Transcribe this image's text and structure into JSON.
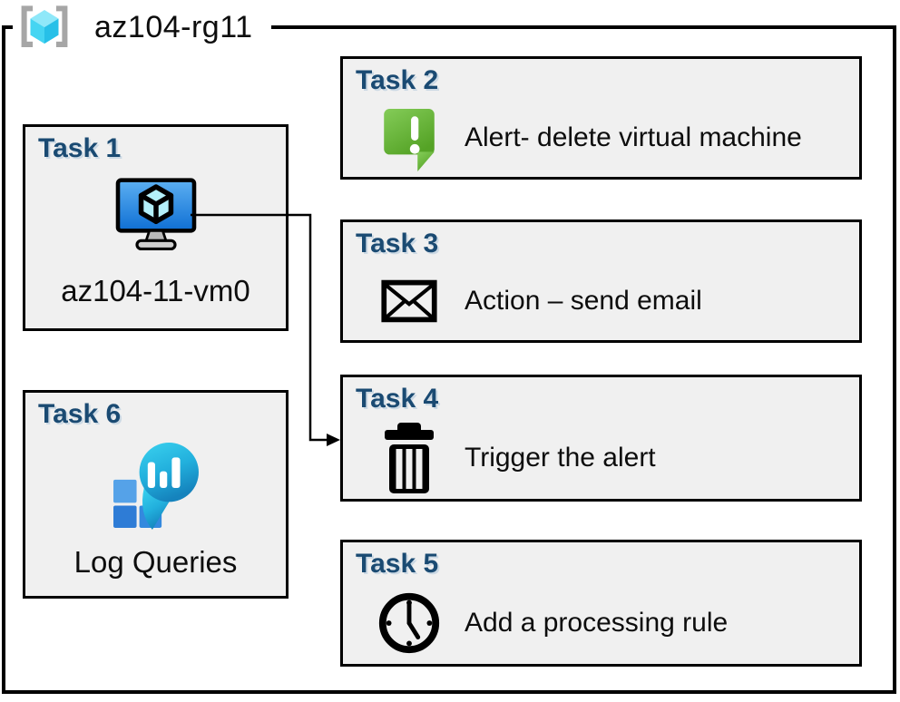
{
  "diagram": {
    "resource_group": {
      "label": "az104-rg11",
      "icon": "resource-group-icon"
    },
    "colors": {
      "title_navy": "#1a4a72",
      "box_fill": "#f0f0f0",
      "border_black": "#000000",
      "alert_green": "#63b233",
      "vm_screen_blue": "#1374d8",
      "log_analytics_teal": "#22b8e0",
      "log_analytics_blue": "#2e80d9",
      "bracket_gray": "#a6a6a6",
      "cube_cyan": "#45d5f2"
    },
    "tasks": [
      {
        "title": "Task 1",
        "label": "az104-11-vm0",
        "icon": "virtual-machine-icon"
      },
      {
        "title": "Task 2",
        "label": "Alert- delete virtual machine",
        "icon": "alert-message-icon"
      },
      {
        "title": "Task 3",
        "label": "Action – send email",
        "icon": "email-envelope-icon"
      },
      {
        "title": "Task 4",
        "label": "Trigger the alert",
        "icon": "trash-icon"
      },
      {
        "title": "Task 5",
        "label": "Add a processing rule",
        "icon": "clock-icon"
      },
      {
        "title": "Task 6",
        "label": "Log Queries",
        "icon": "log-analytics-icon"
      }
    ],
    "connector": {
      "description": "arrow from Task 1 virtual machine to Task 4"
    }
  }
}
